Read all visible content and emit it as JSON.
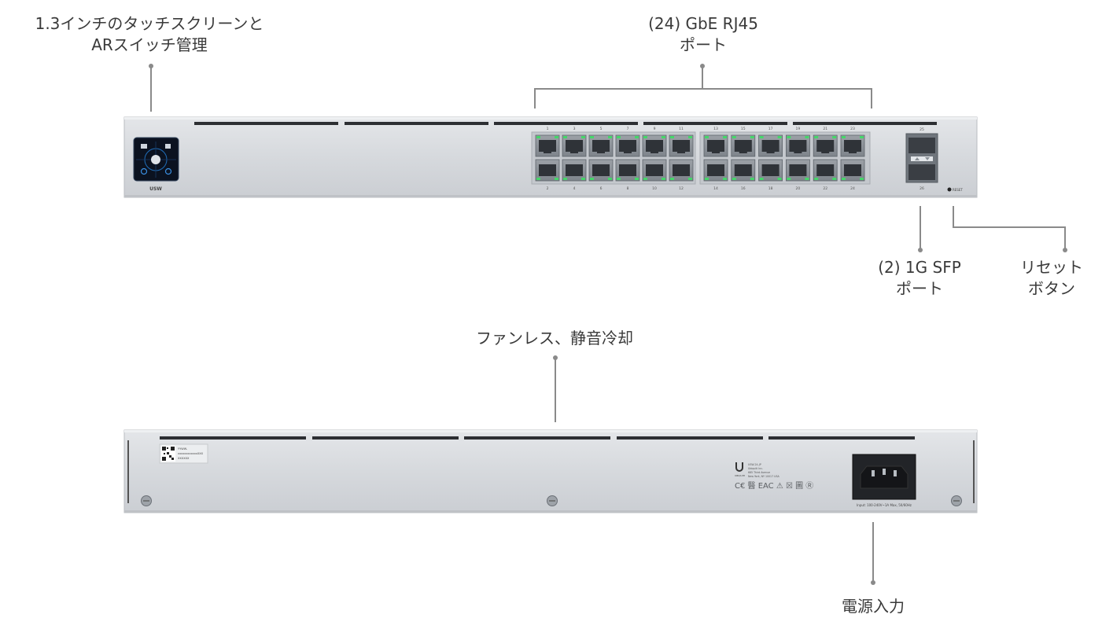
{
  "callouts": {
    "touchscreen": {
      "line1": "1.3インチのタッチスクリーンと",
      "line2": "ARスイッチ管理"
    },
    "rj45": {
      "line1": "(24) GbE RJ45",
      "line2": "ポート"
    },
    "sfp": {
      "line1": "(2) 1G SFP",
      "line2": "ポート"
    },
    "reset": {
      "line1": "リセット",
      "line2": "ボタン"
    },
    "fanless": {
      "line1": "ファンレス、静音冷却"
    },
    "power": {
      "line1": "電源入力"
    }
  },
  "front_panel": {
    "model_label": "USW",
    "reset_label": "RESET",
    "port_numbers_top": [
      "1",
      "3",
      "5",
      "7",
      "9",
      "11",
      "13",
      "15",
      "17",
      "19",
      "21",
      "23"
    ],
    "port_numbers_bottom": [
      "2",
      "4",
      "6",
      "8",
      "10",
      "12",
      "14",
      "16",
      "18",
      "20",
      "22",
      "24"
    ],
    "sfp_top_number": "25",
    "sfp_bottom_number": "26"
  },
  "rear_panel": {
    "sticker_line1": "YYWW-",
    "sticker_line2": "xxxxxxxxxxxxXXX",
    "sticker_line3": "XXXXXX",
    "brand_lines": [
      "USW-24-JP",
      "Ubiquiti Inc.",
      "685 Third Avenue",
      "New York, NY 10017 USA"
    ],
    "brand_name": "UBIQUITI",
    "cert_marks": "C€ 醫 EAC ⚠ ☒ 圖 Ⓡ",
    "power_text": "Input: 100-240V~1A Max, 50/60Hz"
  }
}
